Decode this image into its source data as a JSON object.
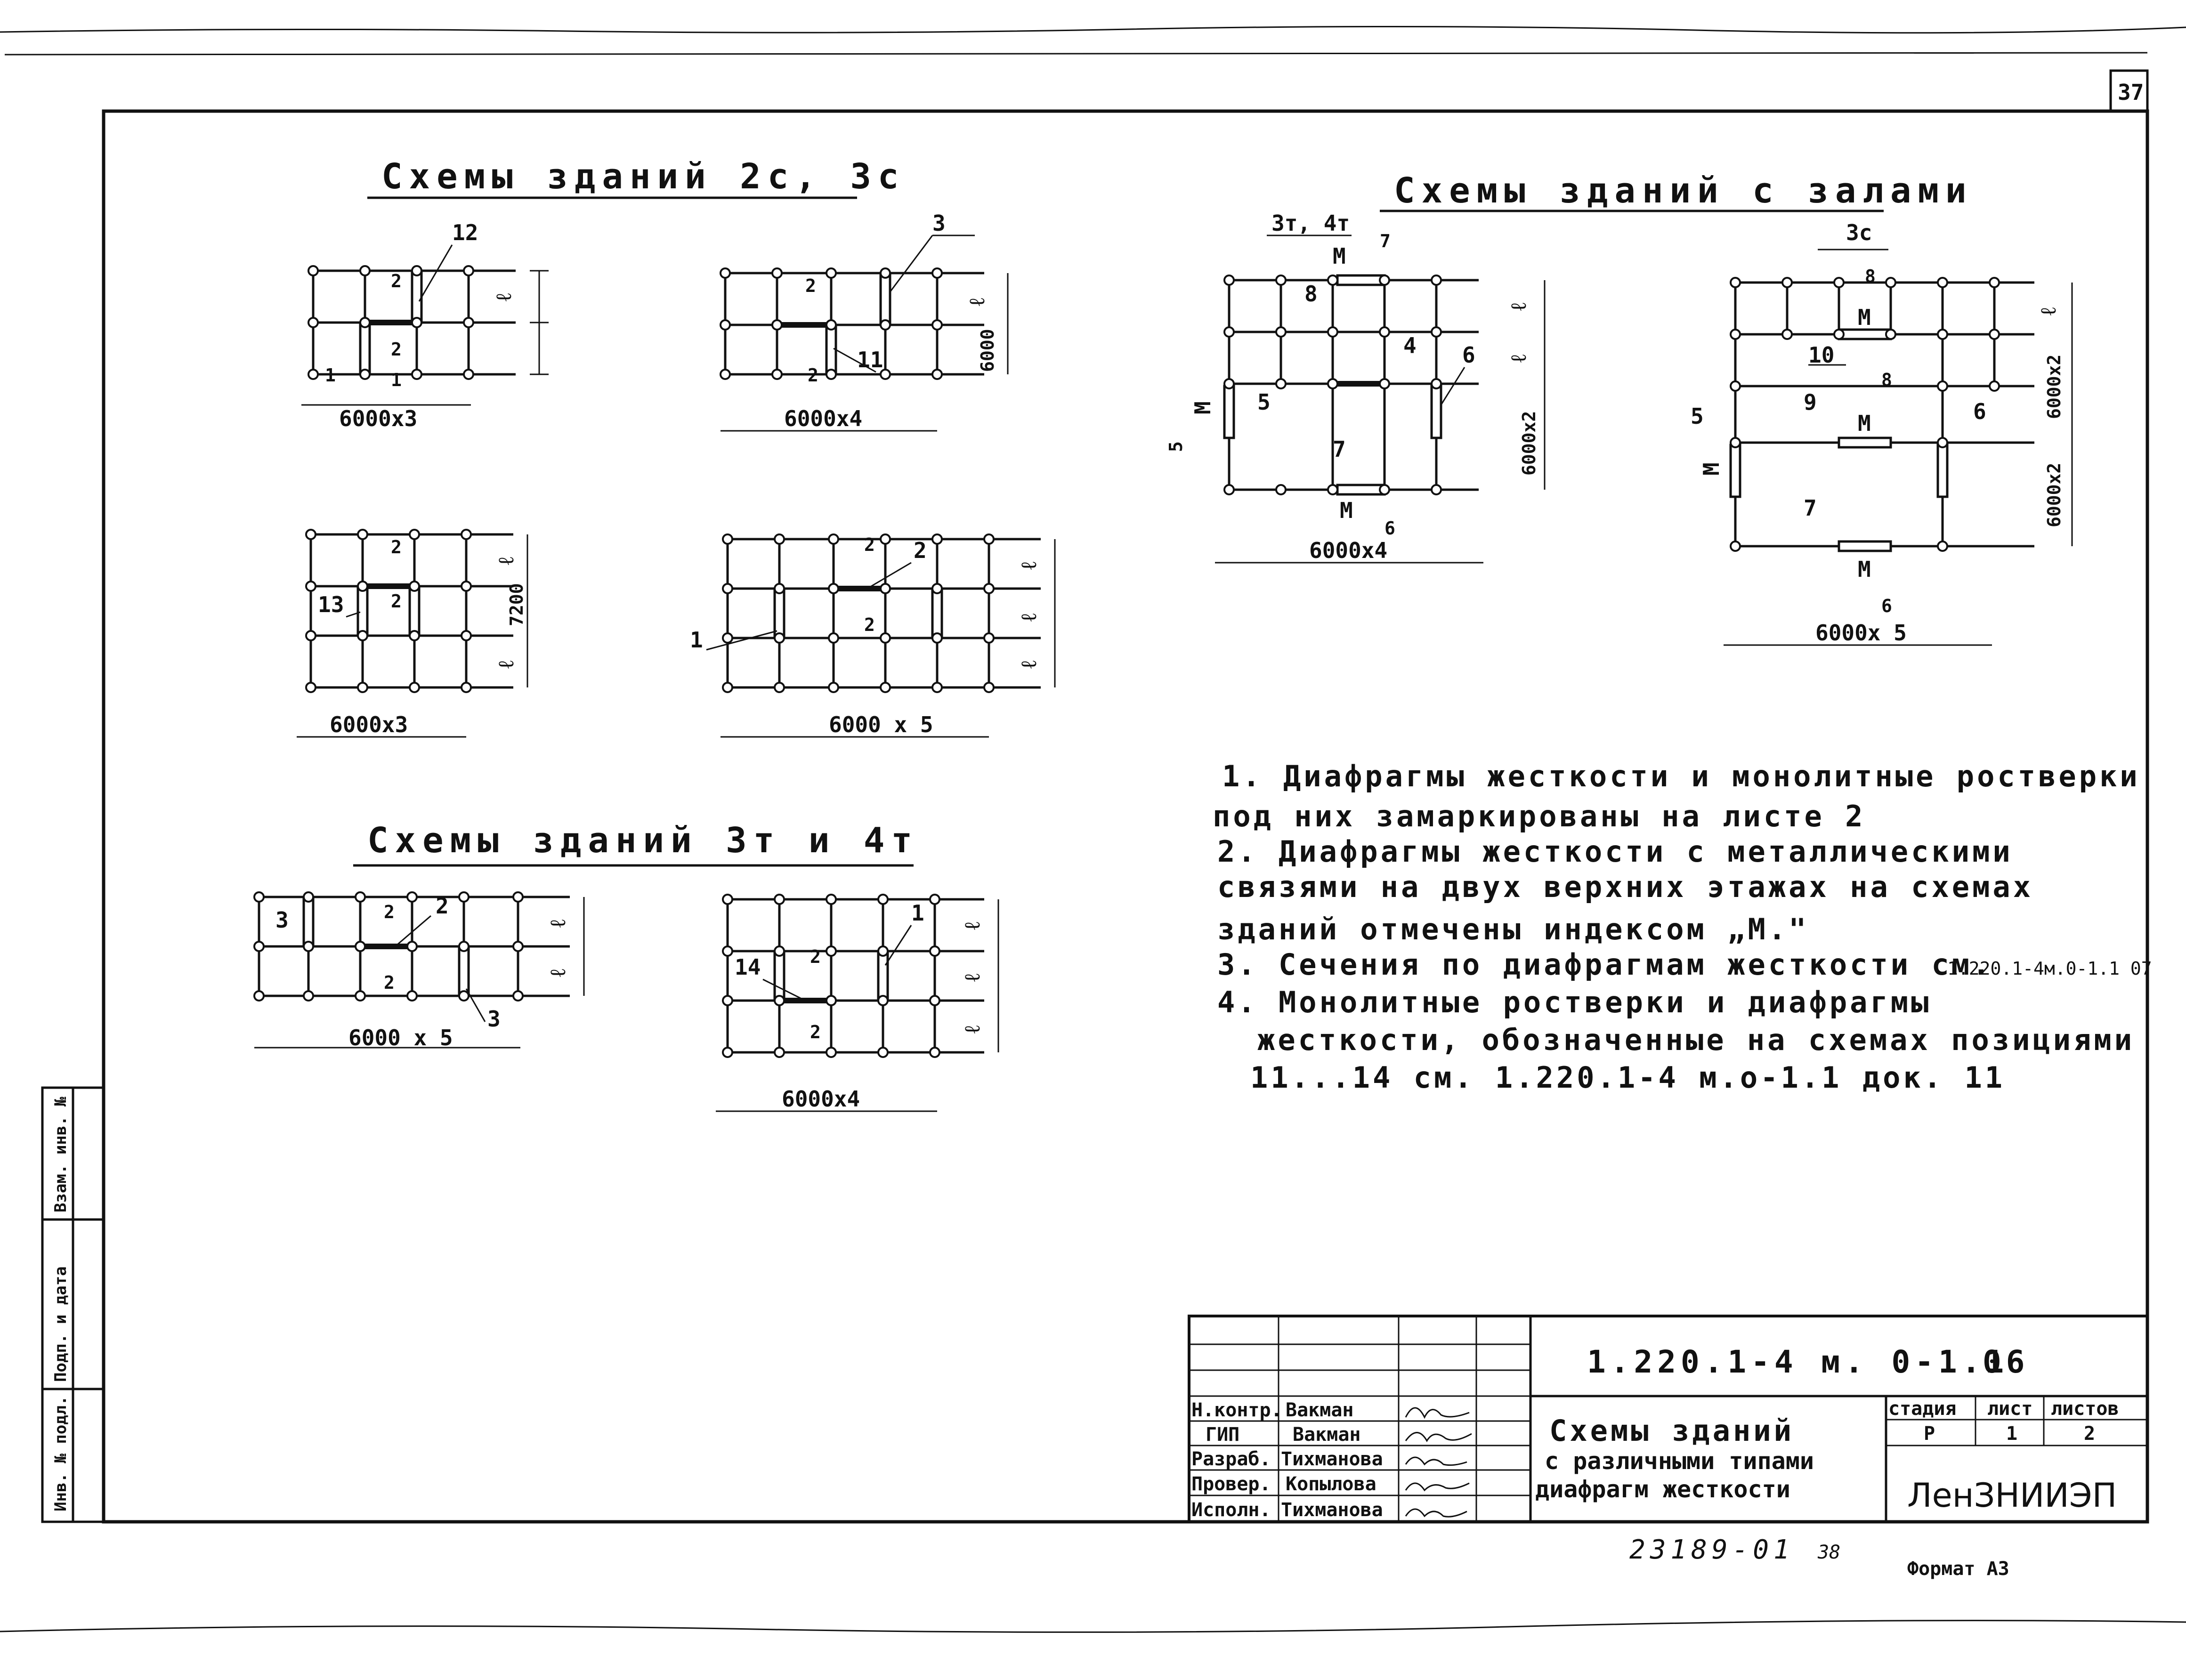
{
  "page_number": "37",
  "titles": {
    "schemes_2c_3c": "Схемы зданий 2с, 3с",
    "schemes_halls": "Схемы зданий с залами",
    "schemes_3t_4t": "Схемы зданий 3т и 4т",
    "halls_3t4t_sub": "3т, 4т",
    "halls_3c_sub": "3с"
  },
  "dims": {
    "d_6000x3_a": "6000х3",
    "d_6000x4_a": "6000х4",
    "d_6000x3_b": "6000х3",
    "d_6000x5_a": "6000 х 5",
    "d_6000x5_b": "6000 х 5",
    "d_6000x4_b": "6000х4",
    "d_6000x4_hall": "6000х4",
    "d_6000x5_hall": "6000х 5",
    "d_6000x2_hall1": "6000х2",
    "d_6000x2_hall2a": "6000х2",
    "d_6000x2_hall2b": "6000х2",
    "d_6000": "6000",
    "d_7200": "7200",
    "l": "ℓ"
  },
  "labels": {
    "n1": "1",
    "n2": "2",
    "n3": "3",
    "n4": "4",
    "n5": "5",
    "n6": "6",
    "n7": "7",
    "n8": "8",
    "n9": "9",
    "n10": "10",
    "n11": "11",
    "n12": "12",
    "n13": "13",
    "n14": "14",
    "M": "М"
  },
  "notes": [
    "1. Диафрагмы жесткости и монолитные ростверки",
    "под них замаркированы на листе 2",
    "2. Диафрагмы жесткости с металлическими",
    "связями на двух верхних этажах на схемах",
    "зданий отмечены индексом „М.\"",
    "3. Сечения по диафрагмам жесткости см.",
    "4. Монолитные ростверки и диафрагмы",
    "жесткости, обозначенные на схемах позициями",
    "11...14 см. 1.220.1-4 м.о-1.1 док. 11"
  ],
  "note3_ref": "1.220.1-4м.0-1.1 07",
  "title_block": {
    "doc_code": "1.220.1-4 м. 0-1.1",
    "doc_num": "06",
    "roles": [
      "Н.контр.",
      "ГИП",
      "Разраб.",
      "Провер.",
      "Исполн."
    ],
    "names": [
      "Вакман",
      "Вакман",
      "Тихманова",
      "Копылова",
      "Тихманова"
    ],
    "title_lines": [
      "Схемы зданий",
      "с различными типами",
      "диафрагм жесткости"
    ],
    "stage_hdr": "стадия",
    "sheet_hdr": "лист",
    "sheets_hdr": "листов",
    "stage": "Р",
    "sheet": "1",
    "sheets": "2",
    "org": "ЛенЗНИИЭП"
  },
  "footer": {
    "inv": "23189-01",
    "page": "38",
    "format": "Формат А3"
  },
  "side_stamp": [
    "Инв. № подл.",
    "Подп. и дата",
    "Взам. инв. №"
  ]
}
